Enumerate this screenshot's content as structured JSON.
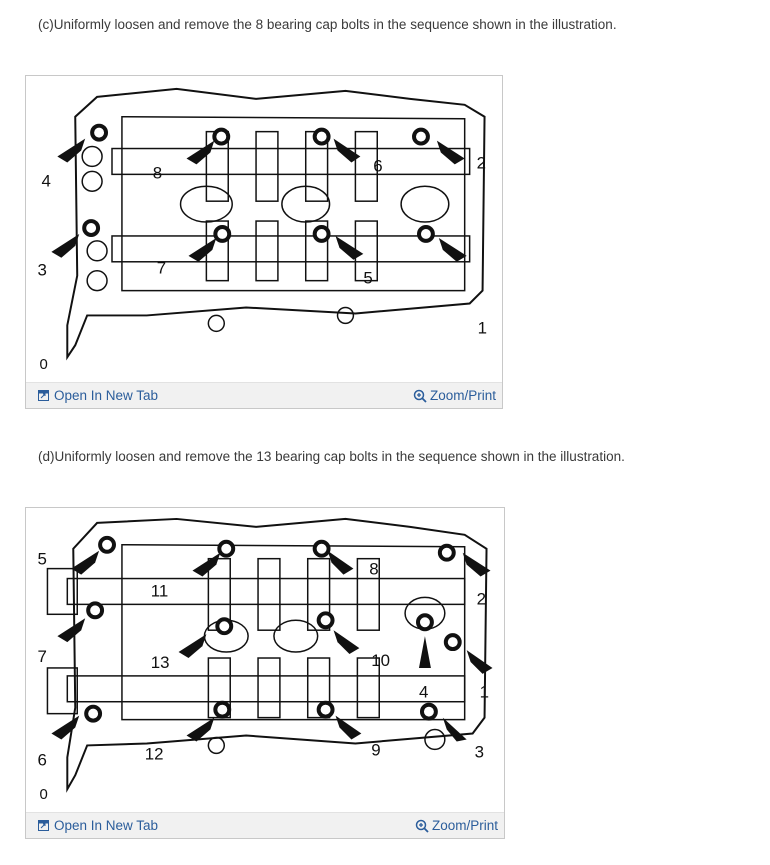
{
  "steps": [
    {
      "text": "(c)Uniformly loosen and remove the 8 bearing cap bolts in the sequence shown in the illustration.",
      "labels": [
        "1",
        "2",
        "3",
        "4",
        "5",
        "6",
        "7",
        "8"
      ],
      "ident": "0",
      "open_tab_label": "Open In New Tab",
      "zoom_label": "Zoom/Print"
    },
    {
      "text": "(d)Uniformly loosen and remove the 13 bearing cap bolts in the sequence shown in the illustration.",
      "labels": [
        "1",
        "2",
        "3",
        "4",
        "5",
        "6",
        "7",
        "8",
        "9",
        "10",
        "11",
        "12",
        "13"
      ],
      "ident": "0",
      "open_tab_label": "Open In New Tab",
      "zoom_label": "Zoom/Print"
    }
  ],
  "colors": {
    "link": "#2b5d9b",
    "footer_bg": "#f1f1f1",
    "border": "#c8c8c8"
  }
}
